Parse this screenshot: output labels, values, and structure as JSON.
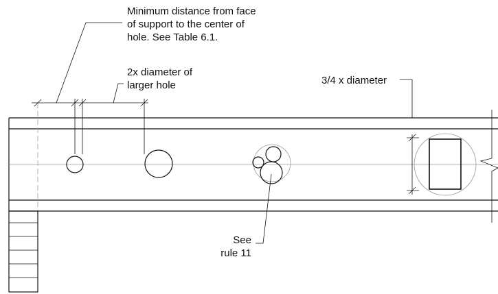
{
  "annotations": {
    "min_distance": "Minimum distance from face\nof support to the center of\nhole. See Table 6.1.",
    "two_x_diameter": "2x diameter of\nlarger hole",
    "three_quarter_diameter": "3/4 x diameter",
    "see_rule": "See\nrule 11"
  }
}
